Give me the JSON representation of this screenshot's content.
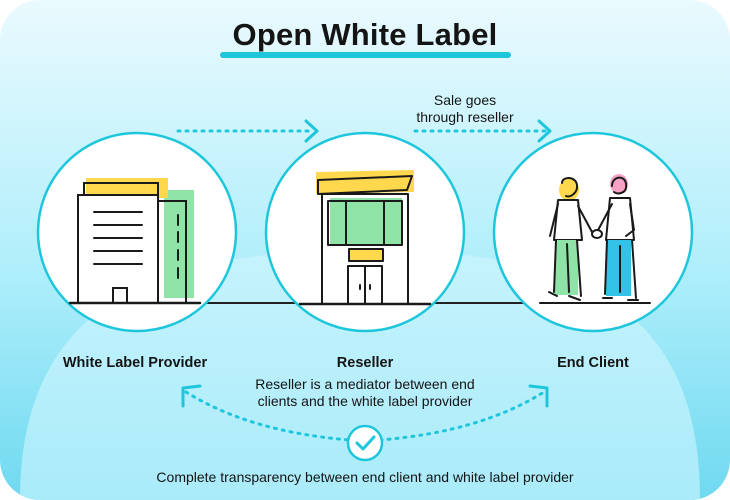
{
  "title": "Open White Label",
  "annotation": "Sale goes\nthrough reseller",
  "nodes": [
    {
      "label": "White Label Provider",
      "icon": "building-icon"
    },
    {
      "label": "Reseller",
      "icon": "storefront-icon"
    },
    {
      "label": "End Client",
      "icon": "people-handshake-icon"
    }
  ],
  "reseller_description": "Reseller is a mediator between end clients and the white label provider",
  "footer": "Complete transparency between end client and white label provider",
  "colors": {
    "background_top": "#e6f9fe",
    "background_bottom": "#6fd9f0",
    "accent": "#1ec6dc",
    "yellow": "#ffd84d",
    "green": "#8fe3a6",
    "blue": "#33c3e8",
    "pink": "#f7a1c4"
  }
}
